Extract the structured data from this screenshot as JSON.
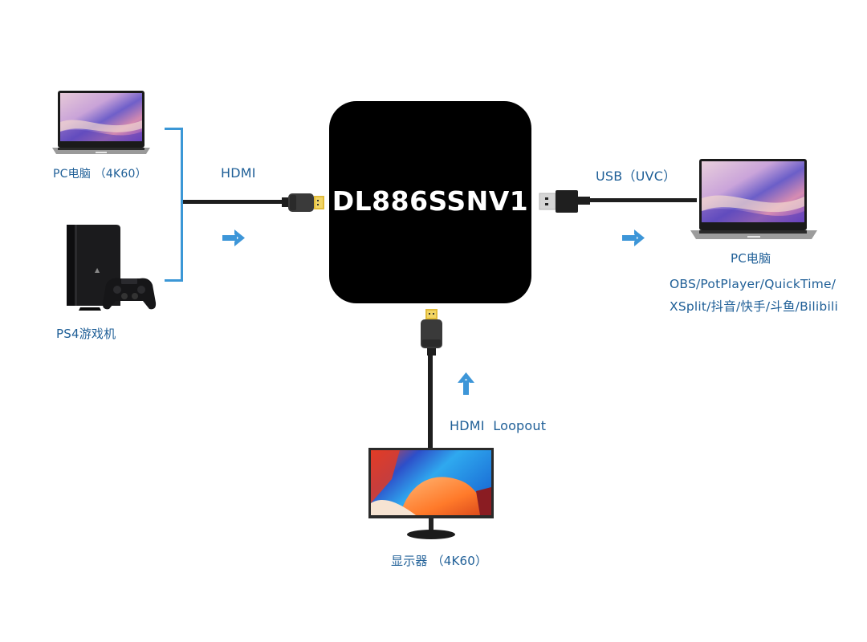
{
  "title": "DL886SSNV1 connection diagram",
  "device": {
    "name": "DL886SSNV1",
    "icon": "capture-box"
  },
  "inputs": {
    "sources": [
      {
        "label": "PC电脑 （4K60）",
        "icon": "laptop-icon"
      },
      {
        "label": "PS4游戏机",
        "icon": "game-console-icon"
      }
    ],
    "cable_label": "HDMI",
    "arrow": "right"
  },
  "output_usb": {
    "cable_label": "USB（UVC）",
    "arrow": "right",
    "target": {
      "label": "PC电脑",
      "icon": "laptop-icon",
      "software_line1": "OBS/PotPlayer/QuickTime/",
      "software_line2": "XSplit/抖音/快手/斗鱼/Bilibili"
    }
  },
  "output_loop": {
    "cable_label": "HDMI  Loopout",
    "arrow": "up",
    "target": {
      "label": "显示器 （4K60）",
      "icon": "monitor-icon"
    }
  },
  "colors": {
    "label": "#1f5f97",
    "bracket": "#3b97d6",
    "arrow": "#3d96d8",
    "cable": "#1e1e1e",
    "device": "#000000",
    "device_text": "#ffffff",
    "hdmi_gold": "#e8c84a"
  }
}
